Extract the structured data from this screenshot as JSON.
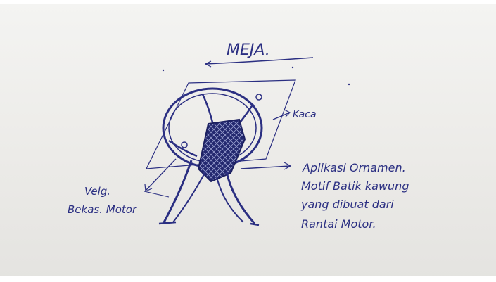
{
  "sketch": {
    "title": "MEJA.",
    "labels": {
      "glass": "Kaca",
      "rim_line1": "Velg.",
      "rim_line2": "Bekas. Motor",
      "ornament_line1": "Aplikasi Ornamen.",
      "ornament_line2": "Motif Batik kawung",
      "ornament_line3": "yang dibuat dari",
      "ornament_line4": "Rantai Motor."
    },
    "ink_color": "#2b2f82",
    "paper_color": "#eeeeeb"
  }
}
